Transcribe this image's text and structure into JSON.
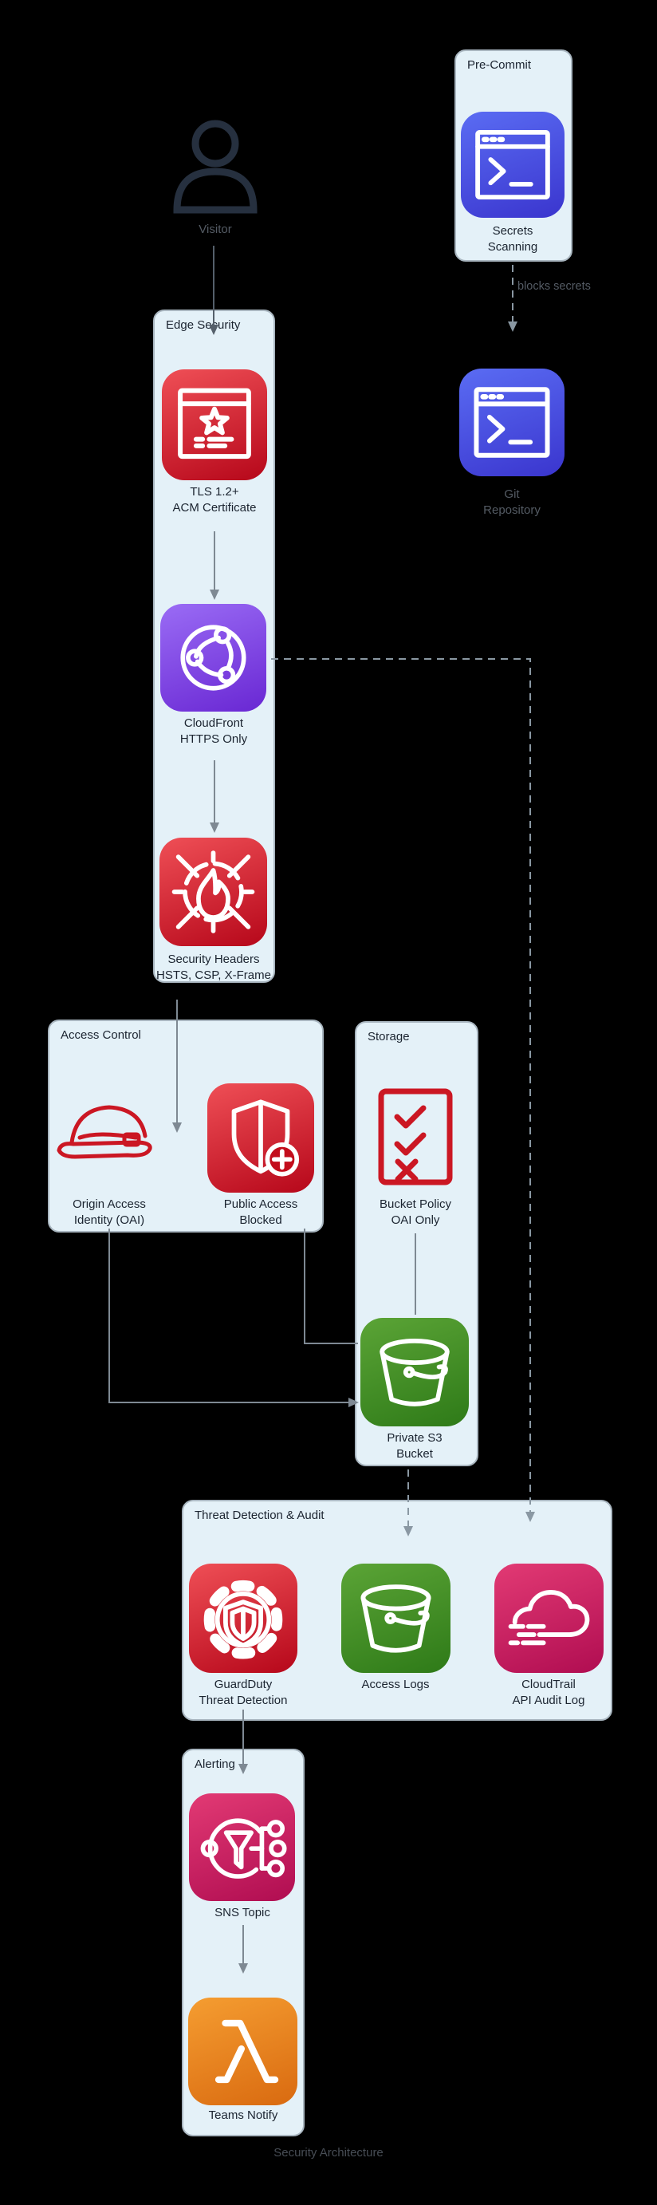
{
  "caption": "Security Architecture",
  "palette": {
    "container_bg": "#e4f1f8",
    "container_border": "#a9b6c0",
    "label_dark": "#1b2430",
    "label_gray": "#545b64",
    "caption_gray": "#474d55",
    "outline_red": "#cb1723",
    "red_a": "#ef4f56",
    "red_b": "#b6071a",
    "purple_a": "#9a6cf5",
    "purple_b": "#6927d3",
    "blue_a": "#5a6cf3",
    "blue_b": "#3a35ce",
    "green_a": "#5ba436",
    "green_b": "#2e7a18",
    "pink_a": "#e23a74",
    "pink_b": "#b00d51",
    "orange_a": "#f59d31",
    "orange_b": "#d96a10",
    "connector_gray": "#7e8993",
    "connector_dark": "#55606b",
    "connector_dashed": "#8a98a3"
  },
  "groups": {
    "pre_commit": {
      "title": "Pre-Commit"
    },
    "edge_security": {
      "title": "Edge Security"
    },
    "access_control": {
      "title": "Access Control"
    },
    "storage": {
      "title": "Storage"
    },
    "threat": {
      "title": "Threat Detection & Audit"
    },
    "alerting": {
      "title": "Alerting"
    }
  },
  "nodes": {
    "visitor": {
      "label": "Visitor"
    },
    "secrets_scanning": {
      "label": "Secrets\nScanning"
    },
    "git_repository": {
      "label": "Git\nRepository"
    },
    "acm": {
      "label": "TLS 1.2+\nACM Certificate"
    },
    "cloudfront": {
      "label": "CloudFront\nHTTPS Only"
    },
    "security_headers": {
      "label": "Security Headers\nHSTS, CSP, X-Frame"
    },
    "oai": {
      "label": "Origin Access\nIdentity (OAI)"
    },
    "public_access": {
      "label": "Public Access\nBlocked"
    },
    "bucket_policy": {
      "label": "Bucket Policy\nOAI Only"
    },
    "s3": {
      "label": "Private S3\nBucket"
    },
    "guardduty": {
      "label": "GuardDuty\nThreat Detection"
    },
    "access_logs": {
      "label": "Access Logs"
    },
    "cloudtrail": {
      "label": "CloudTrail\nAPI Audit Log"
    },
    "sns": {
      "label": "SNS Topic"
    },
    "lambda": {
      "label": "Teams Notify"
    }
  },
  "edges": {
    "blocks_secrets": {
      "label": "blocks secrets"
    }
  }
}
